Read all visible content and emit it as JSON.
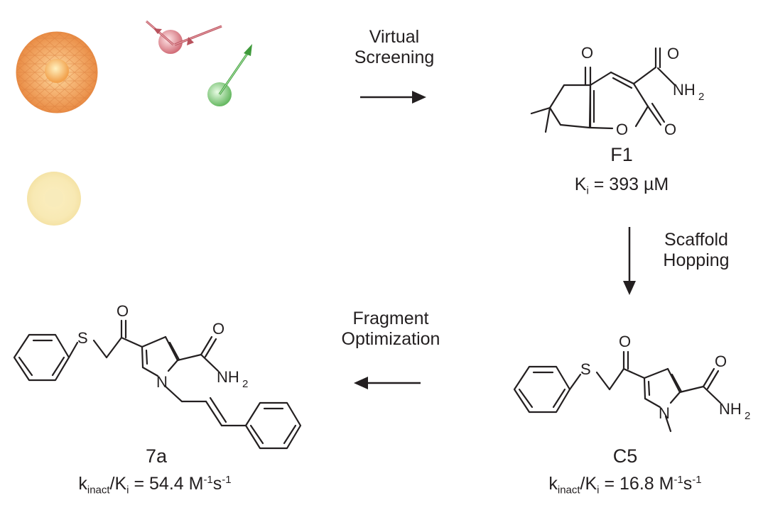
{
  "steps": {
    "virtual_screening": [
      "Virtual",
      "Screening"
    ],
    "scaffold_hopping": [
      "Scaffold",
      "Hopping"
    ],
    "fragment_optimization": [
      "Fragment",
      "Optimization"
    ]
  },
  "compounds": {
    "f1": {
      "name": "F1",
      "value": {
        "k": "K",
        "k_sub": "i",
        "rest": " = 393 µM"
      }
    },
    "c5": {
      "name": "C5",
      "value": {
        "k": "k",
        "k_sub": "inact",
        "mid": "/K",
        "mid_sub": "i",
        "rest": " = 16.8 M",
        "exp1": "-1",
        "s": "s",
        "exp2": "-1"
      }
    },
    "a7": {
      "name": "7a",
      "value": {
        "k": "k",
        "k_sub": "inact",
        "mid": "/K",
        "mid_sub": "i",
        "rest": " = 54.4 M",
        "exp1": "-1",
        "s": "s",
        "exp2": "-1"
      }
    }
  },
  "atoms": {
    "oxygen": "O",
    "nitrogen": "N",
    "sulfur": "S",
    "amide_nh": "NH",
    "amide_sub": "2"
  },
  "pharmacophore": {
    "spheres": [
      {
        "name": "hydrophobic-sphere",
        "color": "#f0a060"
      },
      {
        "name": "acceptor-sphere",
        "color": "#e88a90"
      },
      {
        "name": "donor-sphere",
        "color": "#7fcf7a"
      },
      {
        "name": "aromatic-sphere",
        "color": "#f5e3a0"
      }
    ]
  }
}
